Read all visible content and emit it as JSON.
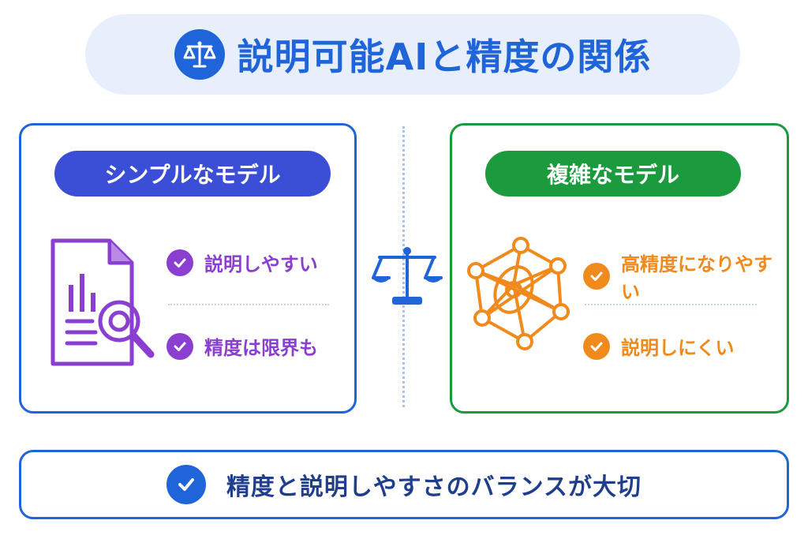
{
  "title": "説明可能AIと精度の関係",
  "left_panel": {
    "heading": "シンプルなモデル",
    "items": [
      "説明しやすい",
      "精度は限界も"
    ]
  },
  "right_panel": {
    "heading": "複雑なモデル",
    "items": [
      "高精度になりやすい",
      "説明しにくい"
    ]
  },
  "conclusion": "精度と説明しやすさのバランスが大切",
  "colors": {
    "primary_blue": "#1f64d8",
    "left_pill": "#3a4fd6",
    "purple": "#8a3fd0",
    "green": "#1c9a3e",
    "orange": "#f08a1c",
    "title_bg": "#e7effc"
  },
  "icons": {
    "title": "scale-icon",
    "left": "document-magnifier-icon",
    "right": "neural-network-icon",
    "center": "scale-icon",
    "check": "check-circle-icon"
  }
}
